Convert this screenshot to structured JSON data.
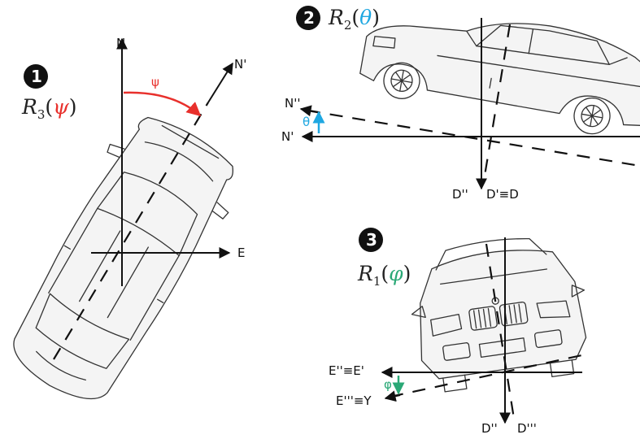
{
  "colors": {
    "psi": "#e8302c",
    "theta": "#1ea7e1",
    "phi": "#2aa876",
    "ink": "#111111"
  },
  "panel1": {
    "badge": "1",
    "rotation": {
      "prefix": "R",
      "sub": "3",
      "open": "(",
      "angle": "ψ",
      "close": ")"
    },
    "labels": {
      "north": "N",
      "north_prime": "N'",
      "east": "E",
      "psi": "ψ"
    }
  },
  "panel2": {
    "badge": "2",
    "rotation": {
      "prefix": "R",
      "sub": "2",
      "open": "(",
      "angle": "θ",
      "close": ")"
    },
    "labels": {
      "n_double_prime": "N''",
      "n_prime": "N'",
      "theta": "θ",
      "d_double_prime": "D''",
      "d_prime_eq_d": "D'≡D"
    }
  },
  "panel3": {
    "badge": "3",
    "rotation": {
      "prefix": "R",
      "sub": "1",
      "open": "(",
      "angle": "φ",
      "close": ")"
    },
    "labels": {
      "e_double_eq_e_prime": "E''≡E'",
      "e_triple_eq_y": "E'''≡Y",
      "phi": "φ",
      "d_double_prime": "D''",
      "d_triple_prime": "D'''"
    }
  }
}
